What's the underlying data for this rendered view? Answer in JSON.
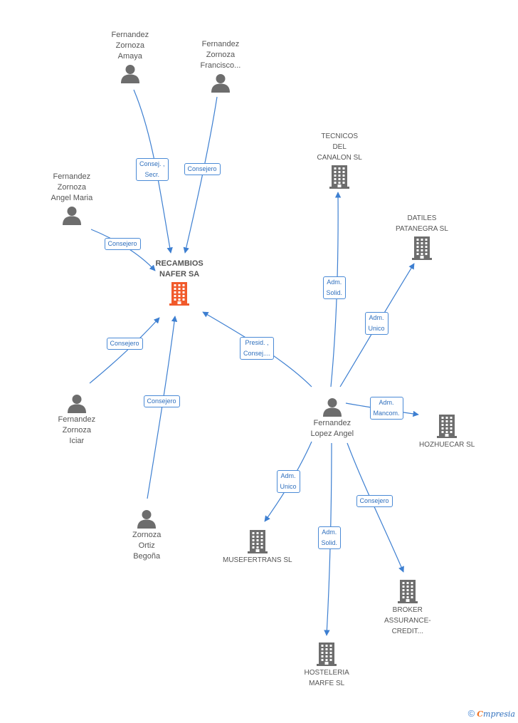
{
  "colors": {
    "edge": "#3d7fd1",
    "person_icon": "#6d6d6d",
    "company_icon": "#6d6d6d",
    "main_company_icon": "#f15a2b",
    "label_border": "#4a8ad6"
  },
  "nodes": [
    {
      "id": "recambios",
      "type": "company",
      "main": true,
      "label": "RECAMBIOS\nNAFER SA"
    },
    {
      "id": "amaya",
      "type": "person",
      "label": "Fernandez\nZornoza\nAmaya"
    },
    {
      "id": "francisco",
      "type": "person",
      "label": "Fernandez\nZornoza\nFrancisco..."
    },
    {
      "id": "angelmaria",
      "type": "person",
      "label": "Fernandez\nZornoza\nAngel Maria"
    },
    {
      "id": "iciar",
      "type": "person",
      "label": "Fernandez\nZornoza\nIciar"
    },
    {
      "id": "begona",
      "type": "person",
      "label": "Zornoza\nOrtiz\nBegoña"
    },
    {
      "id": "lopez",
      "type": "person",
      "label": "Fernandez\nLopez Angel"
    },
    {
      "id": "tecnicos",
      "type": "company",
      "label": "TECNICOS\nDEL\nCANALON SL"
    },
    {
      "id": "datiles",
      "type": "company",
      "label": "DATILES\nPATANEGRA SL"
    },
    {
      "id": "hozhuecar",
      "type": "company",
      "label": "HOZHUECAR SL"
    },
    {
      "id": "musefertrans",
      "type": "company",
      "label": "MUSEFERTRANS SL"
    },
    {
      "id": "hosteleria",
      "type": "company",
      "label": "HOSTELERIA\nMARFE SL"
    },
    {
      "id": "broker",
      "type": "company",
      "label": "BROKER\nASSURANCE-\nCREDIT..."
    }
  ],
  "edges": [
    {
      "id": "e-amaya",
      "from": "amaya",
      "to": "recambios",
      "label": "Consej. ,\nSecr."
    },
    {
      "id": "e-francisco",
      "from": "francisco",
      "to": "recambios",
      "label": "Consejero"
    },
    {
      "id": "e-angelmaria",
      "from": "angelmaria",
      "to": "recambios",
      "label": "Consejero"
    },
    {
      "id": "e-iciar",
      "from": "iciar",
      "to": "recambios",
      "label": "Consejero"
    },
    {
      "id": "e-begona",
      "from": "begona",
      "to": "recambios",
      "label": "Consejero"
    },
    {
      "id": "e-lopez-recambios",
      "from": "lopez",
      "to": "recambios",
      "label": "Presid. ,\nConsej...."
    },
    {
      "id": "e-lopez-tecnicos",
      "from": "lopez",
      "to": "tecnicos",
      "label": "Adm.\nSolid."
    },
    {
      "id": "e-lopez-datiles",
      "from": "lopez",
      "to": "datiles",
      "label": "Adm.\nUnico"
    },
    {
      "id": "e-lopez-hozhuecar",
      "from": "lopez",
      "to": "hozhuecar",
      "label": "Adm.\nMancom."
    },
    {
      "id": "e-lopez-musefertrans",
      "from": "lopez",
      "to": "musefertrans",
      "label": "Adm.\nUnico"
    },
    {
      "id": "e-lopez-hosteleria",
      "from": "lopez",
      "to": "hosteleria",
      "label": "Adm.\nSolid."
    },
    {
      "id": "e-lopez-broker",
      "from": "lopez",
      "to": "broker",
      "label": "Consejero"
    }
  ],
  "footer": {
    "copyright": "©",
    "brand_initial": "C",
    "brand_rest": "mpresia"
  }
}
